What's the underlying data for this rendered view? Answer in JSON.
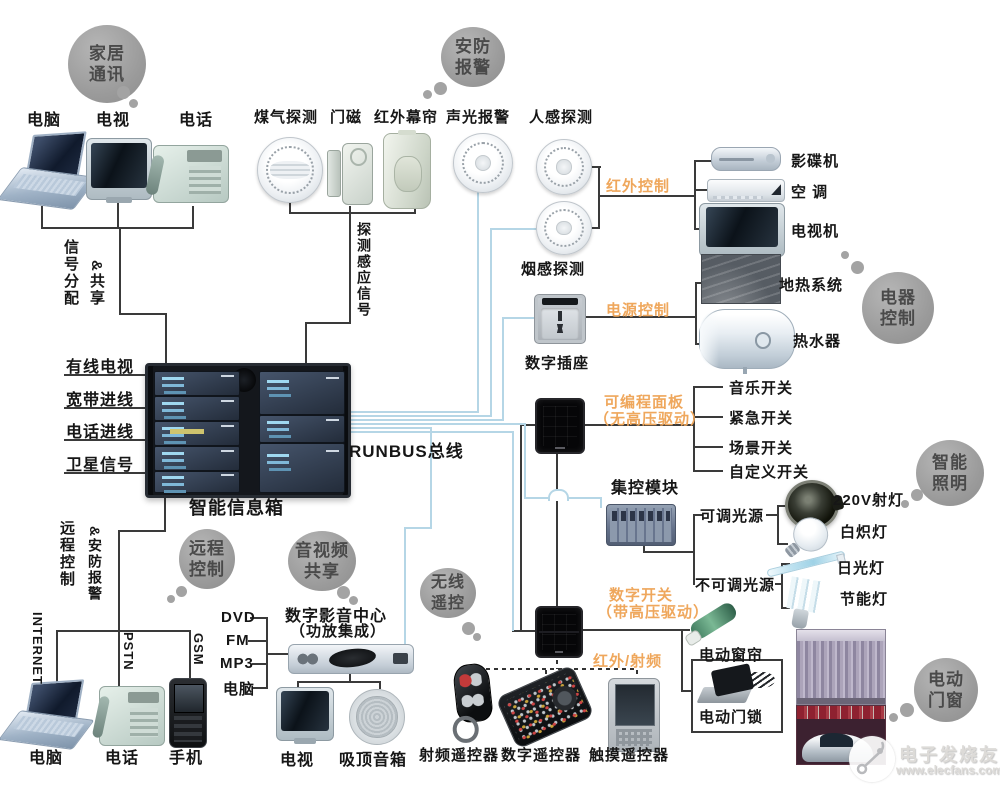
{
  "bubbles": {
    "home_comm": {
      "l1": "家居",
      "l2": "通讯"
    },
    "security": {
      "l1": "安防",
      "l2": "报警"
    },
    "appliance_ctrl": {
      "l1": "电器",
      "l2": "控制"
    },
    "smart_lighting": {
      "l1": "智能",
      "l2": "照明"
    },
    "remote_ctrl": {
      "l1": "远程",
      "l2": "控制"
    },
    "av_share": {
      "l1": "音视频",
      "l2": "共享"
    },
    "wireless_remote": {
      "l1": "无线",
      "l2": "遥控"
    },
    "electric_doorwin": {
      "l1": "电动",
      "l2": "门窗"
    }
  },
  "top_left": {
    "pc": "电脑",
    "tv": "电视",
    "phone": "电话"
  },
  "sensors": {
    "gas": "煤气探测",
    "door_magnet": "门磁",
    "ir_curtain": "红外幕帘",
    "sound_light": "声光报警",
    "presence": "人感探测",
    "smoke": "烟感探测"
  },
  "right_appliances": {
    "dvd_player": "影碟机",
    "air_conditioner": "空 调",
    "tv_set": "电视机",
    "floor_heating": "地热系统",
    "water_heater": "热水器"
  },
  "info_box": {
    "label": "智能信息箱",
    "inputs": [
      "有线电视",
      "宽带进线",
      "电话进线",
      "卫星信号"
    ]
  },
  "vertical_notes": {
    "signal_dist": "信号分配",
    "share": "&共享",
    "detect_signal": "探测感应信号",
    "remote": "远程控制",
    "sec_alarm": "&安防报警",
    "internet": "INTERNET",
    "pstn": "PSTN",
    "gsm": "GSM"
  },
  "bus_label": "RUNBUS总线",
  "orange_labels": {
    "ir_control": "红外控制",
    "power_control": "电源控制",
    "prog_panel": "可编程面板",
    "prog_panel_sub": "（无高压驱动）",
    "digital_switch": "数字开关",
    "digital_switch_sub": "（带高压驱动）",
    "ir_rf": "红外/射频"
  },
  "switches": [
    "音乐开关",
    "紧急开关",
    "场景开关",
    "自定义开关"
  ],
  "central_module": "集控模块",
  "digital_socket": "数字插座",
  "lamps": {
    "dimmable": "可调光源",
    "non_dimmable": "不可调光源",
    "spotlight": "220V射灯",
    "incandescent": "白炽灯",
    "fluorescent": "日光灯",
    "energy_saving": "节能灯"
  },
  "motors": {
    "curtain": "电动窗帘",
    "door_lock": "电动门锁"
  },
  "av": {
    "center": "数字影音中心",
    "center_sub": "（功放集成）",
    "sources": [
      "DVD",
      "FM",
      "MP3",
      "电脑"
    ],
    "tv": "电视",
    "ceiling_speaker": "吸顶音箱"
  },
  "remotes": {
    "rf": "射频遥控器",
    "digital": "数字遥控器",
    "touch": "触摸遥控器"
  },
  "bottom_left": {
    "pc": "电脑",
    "phone": "电话",
    "mobile": "手机"
  },
  "watermark": {
    "name": "电子发烧友",
    "site": "www.elecfans.com"
  },
  "colors": {
    "accent_orange": "#efa75c",
    "bus_blue": "#b5d6e6",
    "bubble_grey": "#9b9b9b"
  }
}
